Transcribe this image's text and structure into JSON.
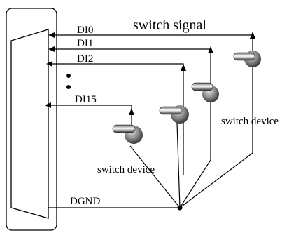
{
  "diagram": {
    "title": "switch signal",
    "signals": {
      "di0": "DI0",
      "di1": "DI1",
      "di2": "DI2",
      "di15": "DI15",
      "dgnd": "DGND"
    },
    "device_labels": {
      "right": "switch device",
      "left": "switch device"
    }
  }
}
